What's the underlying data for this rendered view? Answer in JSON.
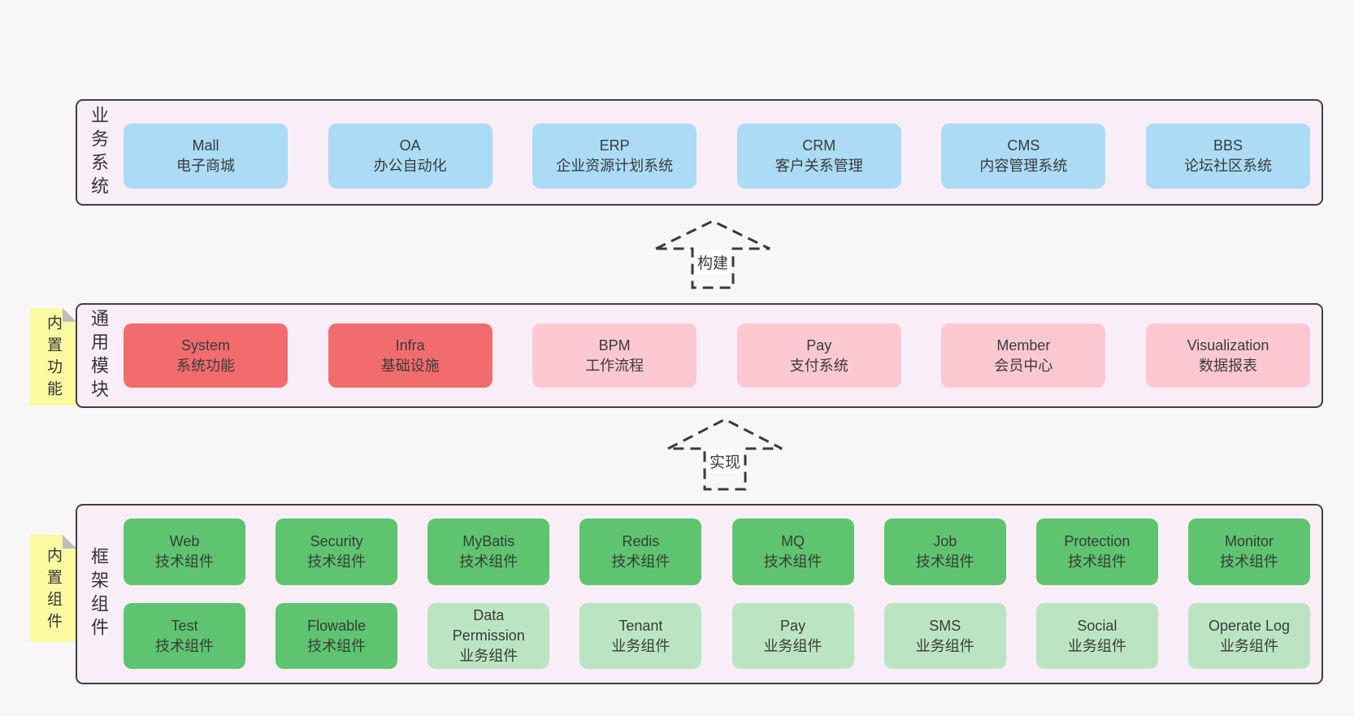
{
  "colors": {
    "page_bg": "#f7f7f7",
    "panel_bg": "#f9eef7",
    "panel_border": "#404040",
    "text": "#3b3b3b",
    "blue": "#abdbf5",
    "red": "#f26c6e",
    "pink": "#fbc8d2",
    "green": "#5ec470",
    "lightgreen": "#bbe5c1",
    "yellow": "#fbf9a2",
    "fold_gray": "#bdbdbd",
    "dash": "#3b3b3b"
  },
  "business": {
    "label": "业务系统",
    "items": [
      {
        "en": "Mall",
        "zh": "电子商城"
      },
      {
        "en": "OA",
        "zh": "办公自动化"
      },
      {
        "en": "ERP",
        "zh": "企业资源计划系统"
      },
      {
        "en": "CRM",
        "zh": "客户关系管理"
      },
      {
        "en": "CMS",
        "zh": "内容管理系统"
      },
      {
        "en": "BBS",
        "zh": "论坛社区系统"
      }
    ]
  },
  "arrows": {
    "build": "构建",
    "implement": "实现"
  },
  "modules": {
    "note": "内置功能",
    "label": "通用模块",
    "items": [
      {
        "en": "System",
        "zh": "系统功能"
      },
      {
        "en": "Infra",
        "zh": "基础设施"
      },
      {
        "en": "BPM",
        "zh": "工作流程"
      },
      {
        "en": "Pay",
        "zh": "支付系统"
      },
      {
        "en": "Member",
        "zh": "会员中心"
      },
      {
        "en": "Visualization",
        "zh": "数据报表"
      }
    ]
  },
  "framework": {
    "note": "内置组件",
    "label": "框架组件",
    "row1": [
      {
        "en": "Web",
        "zh": "技术组件"
      },
      {
        "en": "Security",
        "zh": "技术组件"
      },
      {
        "en": "MyBatis",
        "zh": "技术组件"
      },
      {
        "en": "Redis",
        "zh": "技术组件"
      },
      {
        "en": "MQ",
        "zh": "技术组件"
      },
      {
        "en": "Job",
        "zh": "技术组件"
      },
      {
        "en": "Protection",
        "zh": "技术组件"
      },
      {
        "en": "Monitor",
        "zh": "技术组件"
      }
    ],
    "row2": [
      {
        "en": "Test",
        "zh": "技术组件"
      },
      {
        "en": "Flowable",
        "zh": "技术组件"
      },
      {
        "en": "Data Permission",
        "zh": "业务组件"
      },
      {
        "en": "Tenant",
        "zh": "业务组件"
      },
      {
        "en": "Pay",
        "zh": "业务组件"
      },
      {
        "en": "SMS",
        "zh": "业务组件"
      },
      {
        "en": "Social",
        "zh": "业务组件"
      },
      {
        "en": "Operate Log",
        "zh": "业务组件"
      }
    ]
  }
}
